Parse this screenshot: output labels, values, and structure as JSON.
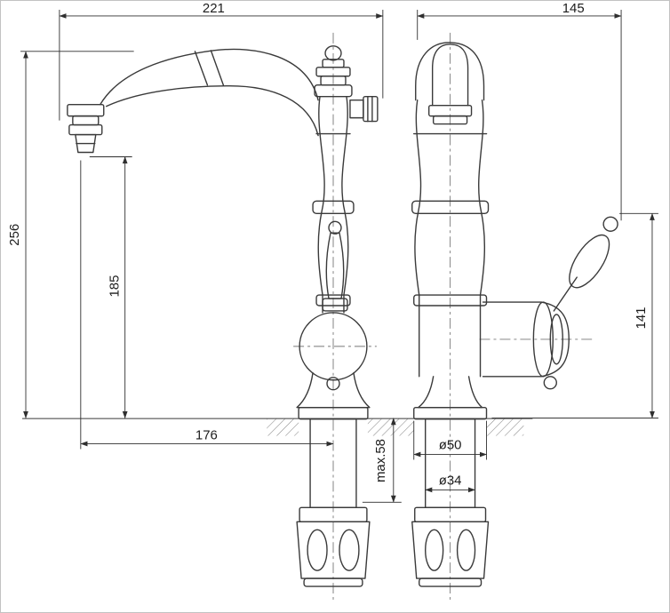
{
  "drawing": {
    "subject": "faucet-dimensional-drawing",
    "colors": {
      "line": "#3a3a3a",
      "dimension_line": "#2f2f2f",
      "hatch": "#8a8a8a",
      "background": "#ffffff"
    },
    "dimensions": {
      "spout_reach": "221",
      "side_width": "145",
      "overall_height": "256",
      "spout_outlet_height": "185",
      "outlet_offset": "176",
      "deck_max_thickness": "max.58",
      "base_diameter": "ø50",
      "shank_diameter": "ø34",
      "handle_height": "141"
    }
  }
}
